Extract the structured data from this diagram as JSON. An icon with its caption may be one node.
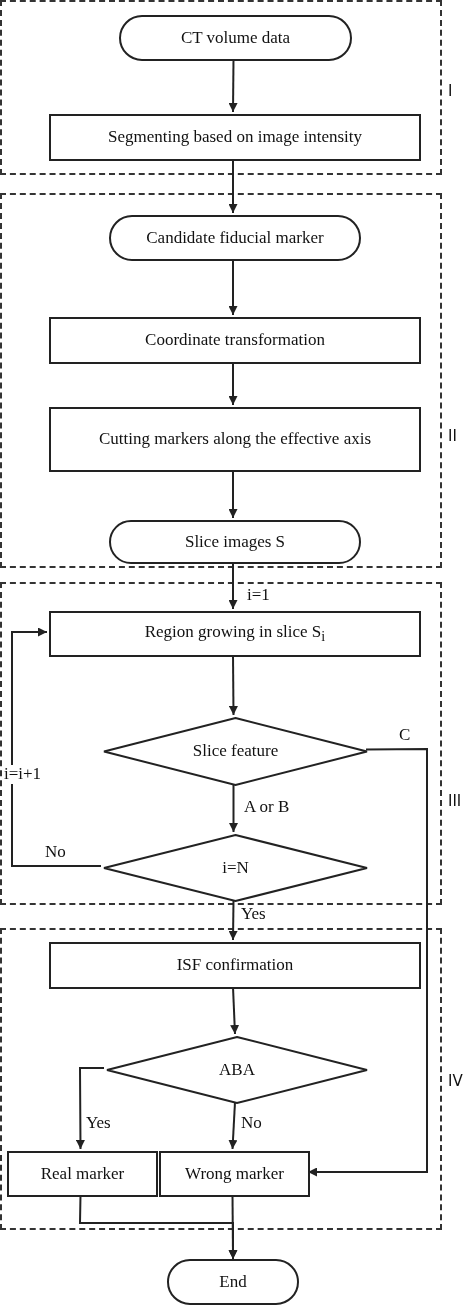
{
  "diagram": {
    "nodes": [
      {
        "text": [
          "I"
        ]
      },
      {
        "text": [
          "CT volume data"
        ],
        "in": 0
      },
      {
        "text": [
          "Segmenting based on image intensity"
        ],
        "in": 0
      },
      {
        "text": [
          "II"
        ]
      },
      {
        "text": [
          "Candidate fiducial marker"
        ],
        "in": 3
      },
      {
        "text": [
          "Coordinate transformation"
        ],
        "in": 3
      },
      {
        "text": [
          "Cutting markers along the effective axis"
        ],
        "in": 3
      },
      {
        "text": [
          "Slice images S"
        ],
        "in": 3
      },
      {
        "text": [
          "III"
        ]
      },
      {
        "text": [
          "Region growing in slice S$_{i}$"
        ],
        "in": 8
      },
      {
        "text": [
          "Slice feature"
        ],
        "in": 8
      },
      {
        "text": [
          "i=N"
        ],
        "in": 8
      },
      {
        "text": [
          "IV"
        ]
      },
      {
        "text": [
          "ISF confirmation"
        ],
        "in": 12
      },
      {
        "text": [
          "ABA"
        ],
        "in": 12
      },
      {
        "text": [
          "Real marker"
        ],
        "in": 12
      },
      {
        "text": [
          "Wrong marker"
        ],
        "in": 12
      },
      {
        "text": [
          "End"
        ]
      }
    ],
    "edges": [
      {
        "from": 1,
        "to": 2,
        "arrow": "to"
      },
      {
        "from": 2,
        "to": 4,
        "arrow": "to"
      },
      {
        "from": 4,
        "to": 5,
        "arrow": "to"
      },
      {
        "from": 5,
        "to": 6,
        "arrow": "to"
      },
      {
        "from": 6,
        "to": 7,
        "arrow": "to"
      },
      {
        "from": 7,
        "to": 9,
        "label": "i=1",
        "arrow": "to"
      },
      {
        "from": 9,
        "to": 10,
        "arrow": "to"
      },
      {
        "from": 10,
        "to": 11,
        "label": "A or B",
        "arrow": "to"
      },
      {
        "from": 11,
        "to": 9,
        "label": "No",
        "arrow": "to"
      },
      {
        "from": 10,
        "to": 16,
        "label": "C",
        "arrow": "to"
      },
      {
        "from": 11,
        "to": 13,
        "label": "Yes",
        "arrow": "to"
      },
      {
        "from": 13,
        "to": 14,
        "arrow": "to"
      },
      {
        "from": 14,
        "to": 15,
        "label": "Yes",
        "arrow": "to"
      },
      {
        "from": 14,
        "to": 16,
        "label": "No",
        "arrow": "to"
      },
      {
        "from": 15,
        "to": 17,
        "arrow": "to"
      },
      {
        "from": 16,
        "to": 17,
        "arrow": "to"
      }
    ],
    "labels": [
      "i=i+1"
    ]
  }
}
